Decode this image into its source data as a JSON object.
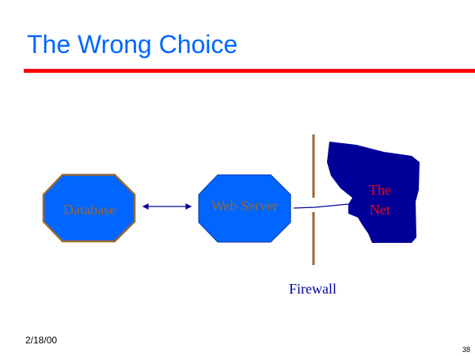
{
  "title": "The Wrong Choice",
  "nodes": {
    "database": "Database",
    "web_server": "Web Server",
    "net_line1": "The",
    "net_line2": "Net",
    "firewall": "Firewall"
  },
  "colors": {
    "node_fill": "#0066ff",
    "database_border": "#996633",
    "net_fill": "#000099",
    "net_text": "#ff0000",
    "label_text": "#996633",
    "firewall": "#996633",
    "title": "#0066ff",
    "rule": "#ff0000"
  },
  "footer": {
    "date": "2/18/00",
    "page": "38"
  }
}
